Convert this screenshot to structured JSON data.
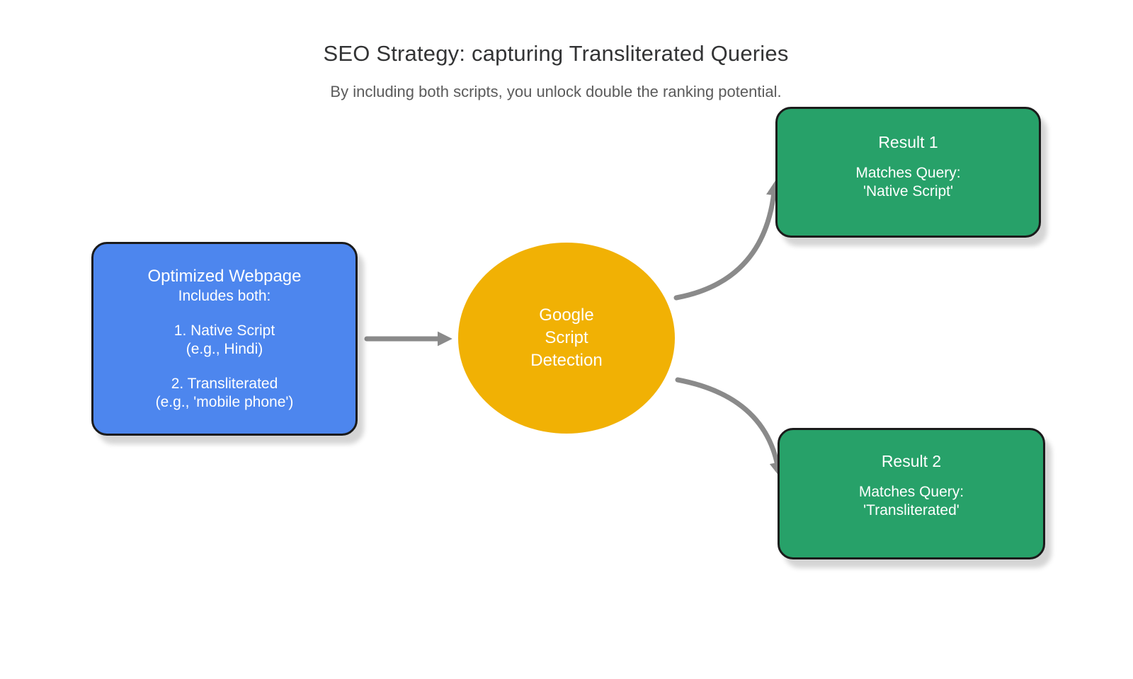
{
  "header": {
    "title": "SEO Strategy: capturing Transliterated Queries",
    "subtitle": "By including both scripts, you unlock double the ranking potential."
  },
  "webpage_box": {
    "title": "Optimized Webpage",
    "subtitle": "Includes both:",
    "item1_line1": "1. Native Script",
    "item1_line2": "(e.g., Hindi)",
    "item2_line1": "2. Transliterated",
    "item2_line2": "(e.g., 'mobile phone')"
  },
  "detection_circle": {
    "line1": "Google",
    "line2": "Script",
    "line3": "Detection"
  },
  "result1_box": {
    "title": "Result 1",
    "line1": "Matches Query:",
    "line2": "'Native Script'"
  },
  "result2_box": {
    "title": "Result 2",
    "line1": "Matches Query:",
    "line2": "'Transliterated'"
  },
  "colors": {
    "webpage_blue": "#4d86ee",
    "detection_yellow": "#f1b104",
    "result_green": "#27a169",
    "arrow_gray": "#8a8a8a",
    "border_black": "#1b1b1b",
    "title_gray": "#333435",
    "subtitle_gray": "#5b5b5b"
  }
}
